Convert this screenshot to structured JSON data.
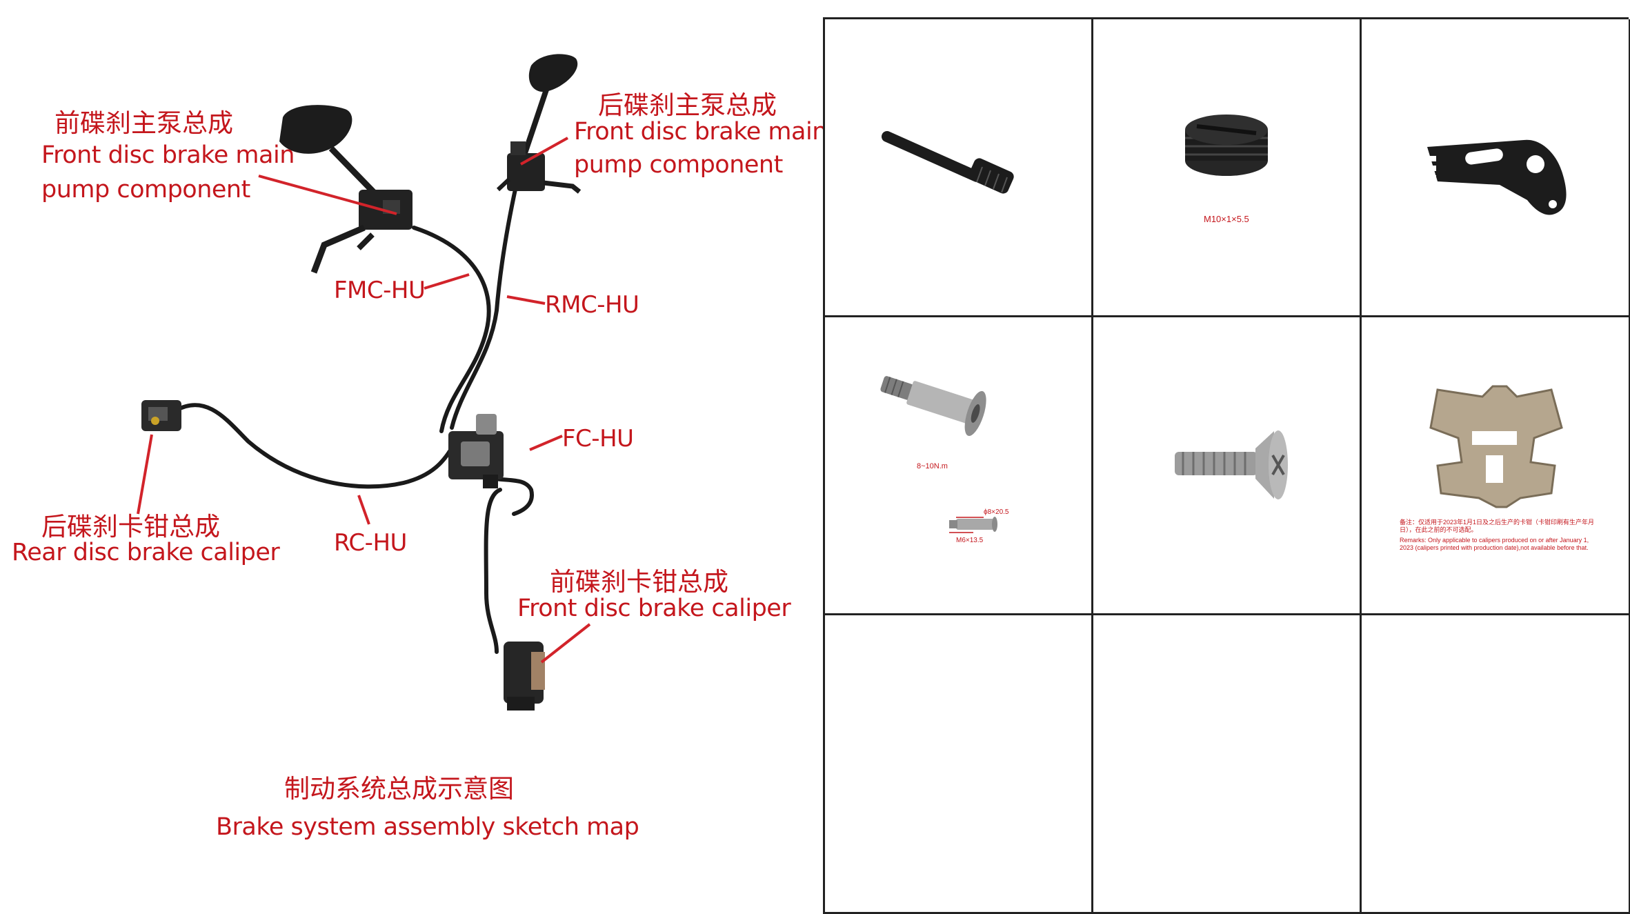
{
  "diagram": {
    "labels": {
      "front_pump_cn": "前碟刹主泵总成",
      "front_pump_en_1": "Front disc brake main",
      "front_pump_en_2": "pump component",
      "rear_pump_cn": "后碟刹主泵总成",
      "rear_pump_en_1": "Front disc brake main",
      "rear_pump_en_2": "pump component",
      "fmc_hu": "FMC-HU",
      "rmc_hu": "RMC-HU",
      "fc_hu": "FC-HU",
      "rc_hu": "RC-HU",
      "rear_caliper_cn": "后碟刹卡钳总成",
      "rear_caliper_en": "Rear disc brake caliper",
      "front_caliper_cn": "前碟刹卡钳总成",
      "front_caliper_en": "Front disc brake caliper"
    },
    "title_cn": "制动系统总成示意图",
    "title_en": "Brake system assembly sketch map"
  },
  "parts_grid": {
    "cells": [
      {
        "part": "guide-pin-bolt",
        "caption": ""
      },
      {
        "part": "bleeder-plug",
        "caption": "M10×1×5.5"
      },
      {
        "part": "toothed-bracket",
        "caption": ""
      },
      {
        "part": "shoulder-pin",
        "torque": "8~10N.m",
        "dim_1": "ϕ8×20.5",
        "dim_2": "M6×13.5"
      },
      {
        "part": "countersunk-screw",
        "caption": ""
      },
      {
        "part": "pad-spring-clip",
        "note_cn": "备注：仅适用于2023年1月1日及之后生产的卡钳（卡钳印刷有生产年月日），在此之前的不可选配。",
        "note_en": "Remarks: Only applicable to calipers produced on or after January 1, 2023 (calipers printed with production date),not available before that."
      },
      {
        "part": "empty",
        "caption": ""
      },
      {
        "part": "empty",
        "caption": ""
      },
      {
        "part": "empty",
        "caption": ""
      }
    ]
  },
  "colors": {
    "label_red": "#c4161c",
    "grid_line": "#222222",
    "part_black": "#1c1c1c",
    "part_steel": "#a9a9a9"
  }
}
